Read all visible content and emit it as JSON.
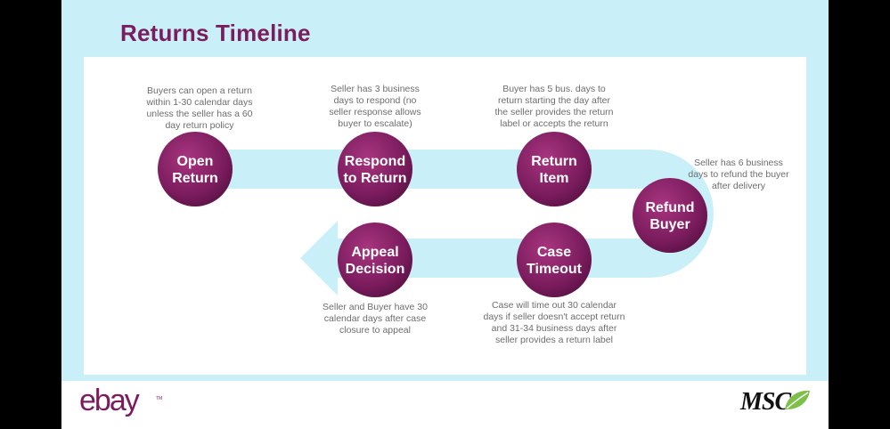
{
  "title": "Returns Timeline",
  "colors": {
    "background": "#c9f0f8",
    "panel": "#ffffff",
    "title": "#7b1c5e",
    "node_fill": "#7b1c5e",
    "arrow": "#c9f0f8",
    "text_gray": "#6d6d6d",
    "leaf_green": "#7cc04b"
  },
  "nodes": [
    {
      "id": "open-return",
      "line1": "Open",
      "line2": "Return"
    },
    {
      "id": "respond-to-return",
      "line1": "Respond",
      "line2": "to Return"
    },
    {
      "id": "return-item",
      "line1": "Return",
      "line2": "Item"
    },
    {
      "id": "refund-buyer",
      "line1": "Refund",
      "line2": "Buyer"
    },
    {
      "id": "case-timeout",
      "line1": "Case",
      "line2": "Timeout"
    },
    {
      "id": "appeal-decision",
      "line1": "Appeal",
      "line2": "Decision"
    }
  ],
  "descriptions": {
    "open_return": "Buyers can open a return\nwithin 1-30 calendar days\nunless the seller has a 60\nday return policy",
    "respond_to_return": "Seller has 3 business\ndays to respond (no\nseller response allows\nbuyer to escalate)",
    "return_item": "Buyer has 5 bus. days to\nreturn starting the day after\nthe seller provides the return\nlabel or accepts the return",
    "refund_buyer": "Seller has 6 business\ndays to refund the buyer\nafter delivery",
    "case_timeout": "Case will time out 30 calendar\ndays if seller doesn't accept return\nand 31-34 business days after\nseller provides a return label",
    "appeal_decision": "Seller and Buyer have 30\ncalendar days after case\nclosure to appeal"
  },
  "footer": {
    "left_logo": "ebay",
    "left_logo_tm": "TM",
    "right_logo": "MSC",
    "right_logo_icon": "leaf-icon"
  }
}
